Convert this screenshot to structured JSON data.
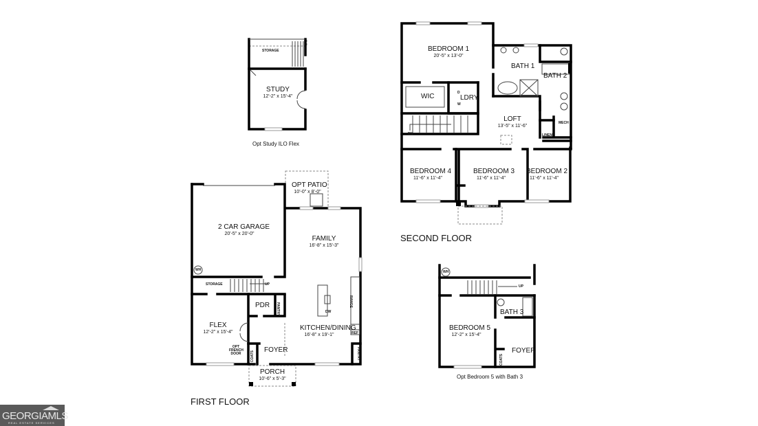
{
  "plans": {
    "opt_study": {
      "caption": "Opt Study ILO Flex",
      "rooms": {
        "storage": "STORAGE",
        "study": {
          "name": "STUDY",
          "dim": "12'-2\" x 15'-4\""
        }
      }
    },
    "second_floor": {
      "title": "SECOND FLOOR",
      "rooms": {
        "bedroom1": {
          "name": "BEDROOM 1",
          "dim": "20'-5\" x 13'-0\""
        },
        "bath1": {
          "name": "BATH 1"
        },
        "bath2": {
          "name": "BATH 2"
        },
        "wic": {
          "name": "WIC"
        },
        "ldry": {
          "name": "LDRY"
        },
        "loft": {
          "name": "LOFT",
          "dim": "13'-5\" x 11'-6\""
        },
        "mech": "MECH",
        "linen": "LINEN",
        "dn": "DN",
        "d": "D",
        "w": "W",
        "bedroom4": {
          "name": "BEDROOM 4",
          "dim": "11'-6\" x 11'-4\""
        },
        "bedroom3": {
          "name": "BEDROOM 3",
          "dim": "11'-6\" x 11'-4\""
        },
        "bedroom2": {
          "name": "BEDROOM 2",
          "dim": "11'-6\" x 11'-4\""
        }
      }
    },
    "first_floor": {
      "title": "FIRST FLOOR",
      "rooms": {
        "opt_patio": {
          "name": "OPT PATIO",
          "dim": "10'-0\" x 8'-0\""
        },
        "garage": {
          "name": "2 CAR GARAGE",
          "dim": "20'-5\" x 20'-0\""
        },
        "family": {
          "name": "FAMILY",
          "dim": "16'-8\" x 15'-3\""
        },
        "wh": "WH",
        "storage": "STORAGE",
        "up": "UP",
        "pdr": {
          "name": "PDR"
        },
        "pantry1": "PANTRY",
        "pantry2": "PANTRY",
        "range": "RANGE",
        "dw": "DW",
        "ref": "REF",
        "flex": {
          "name": "FLEX",
          "dim": "12'-2\" x 15'-4\""
        },
        "opt_french_door": "OPT FRENCH DOOR",
        "kitchen": {
          "name": "KITCHEN/DINING",
          "dim": "16'-8\" x 19'-1\""
        },
        "foyer": {
          "name": "FOYER"
        },
        "coats": "COATS",
        "porch": {
          "name": "PORCH",
          "dim": "10'-6\" x 5'-3\""
        }
      }
    },
    "opt_bedroom5": {
      "caption": "Opt Bedroom 5 with Bath 3",
      "rooms": {
        "wh": "WH",
        "up": "UP",
        "bedroom5": {
          "name": "BEDROOM 5",
          "dim": "12'-2\" x 15'-4\""
        },
        "bath3": {
          "name": "BATH 3"
        },
        "foyer": {
          "name": "FOYER"
        },
        "coats": "COATS"
      }
    }
  },
  "logo": {
    "main": "GEORGIAMLS",
    "sub": "REAL ESTATE SERVICES"
  },
  "colors": {
    "wall": "#000000",
    "background": "#ffffff",
    "logo_bg": "#5a5a5a"
  }
}
